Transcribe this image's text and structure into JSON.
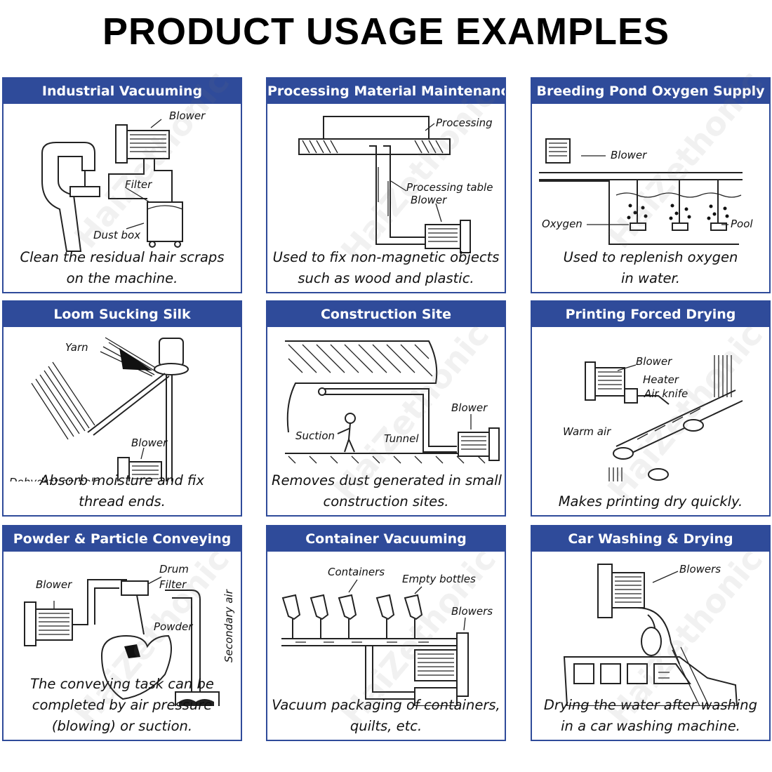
{
  "page": {
    "title": "PRODUCT USAGE EXAMPLES",
    "watermark": "HaiZethonic"
  },
  "panels": [
    {
      "title": "Industrial Vacuuming",
      "labels": [
        "Blower",
        "Filter",
        "Dust box"
      ],
      "caption": [
        "Clean the residual hair scraps",
        "on the machine."
      ]
    },
    {
      "title": "Processing Material Maintenance",
      "labels": [
        "Processing",
        "Processing table",
        "Blower"
      ],
      "caption": [
        "Used to fix non-magnetic objects",
        "such as wood and plastic."
      ]
    },
    {
      "title": "Breeding Pond Oxygen Supply",
      "labels": [
        "Blower",
        "Oxygen",
        "Pool"
      ],
      "caption": [
        "Used to replenish oxygen",
        "in water."
      ]
    },
    {
      "title": "Loom Sucking Silk",
      "labels": [
        "Yarn",
        "Blower",
        "Dehydration hole"
      ],
      "caption": [
        "Absorb moisture and fix",
        "thread ends."
      ]
    },
    {
      "title": "Construction Site",
      "labels": [
        "Blower",
        "Suction",
        "Tunnel"
      ],
      "caption": [
        "Removes dust generated in small",
        "construction sites."
      ]
    },
    {
      "title": "Printing Forced Drying",
      "labels": [
        "Blower",
        "Heater",
        "Air knife",
        "Warm air"
      ],
      "caption": [
        "Makes printing dry quickly."
      ]
    },
    {
      "title": "Powder & Particle Conveying",
      "labels": [
        "Drum",
        "Filter",
        "Blower",
        "Powder",
        "Secondary air"
      ],
      "caption": [
        "The conveying task can be",
        "completed by air pressure",
        "(blowing) or suction."
      ]
    },
    {
      "title": "Container Vacuuming",
      "labels": [
        "Containers",
        "Empty bottles",
        "Blowers"
      ],
      "caption": [
        "Vacuum packaging of containers,",
        "quilts, etc."
      ]
    },
    {
      "title": "Car Washing & Drying",
      "labels": [
        "Blowers"
      ],
      "caption": [
        "Drying the water after washing",
        "in a car washing machine."
      ]
    }
  ]
}
